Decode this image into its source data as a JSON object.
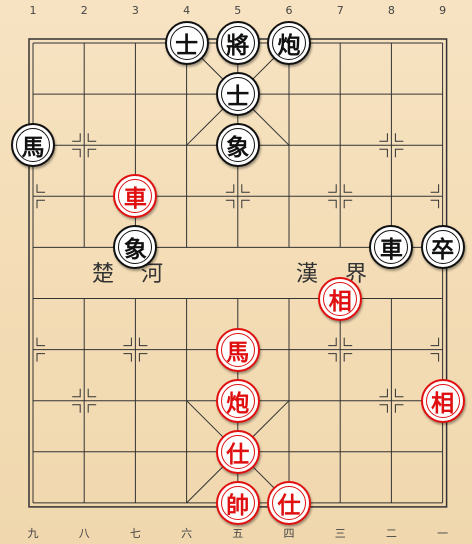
{
  "board": {
    "top_numbers": [
      "1",
      "2",
      "3",
      "4",
      "5",
      "6",
      "7",
      "8",
      "9"
    ],
    "bottom_numbers": [
      "九",
      "八",
      "七",
      "六",
      "五",
      "四",
      "三",
      "二",
      "一"
    ],
    "river_left": "楚 河",
    "river_right": "漢 界",
    "colors": {
      "red": "#e01010",
      "black": "#111111",
      "line": "#333333"
    }
  },
  "pieces": [
    {
      "name": "black-advisor-left",
      "char": "士",
      "side": "black",
      "col": 3,
      "row": 0
    },
    {
      "name": "black-general",
      "char": "將",
      "side": "black",
      "col": 4,
      "row": 0
    },
    {
      "name": "black-cannon",
      "char": "炮",
      "side": "black",
      "col": 5,
      "row": 0
    },
    {
      "name": "black-advisor-center",
      "char": "士",
      "side": "black",
      "col": 4,
      "row": 1
    },
    {
      "name": "black-horse",
      "char": "馬",
      "side": "black",
      "col": 0,
      "row": 2
    },
    {
      "name": "black-elephant-top",
      "char": "象",
      "side": "black",
      "col": 4,
      "row": 2
    },
    {
      "name": "red-chariot",
      "char": "車",
      "side": "red",
      "col": 2,
      "row": 3
    },
    {
      "name": "black-elephant-river",
      "char": "象",
      "side": "black",
      "col": 2,
      "row": 4
    },
    {
      "name": "black-chariot",
      "char": "車",
      "side": "black",
      "col": 7,
      "row": 4
    },
    {
      "name": "black-soldier",
      "char": "卒",
      "side": "black",
      "col": 8,
      "row": 4
    },
    {
      "name": "red-elephant-river",
      "char": "相",
      "side": "red",
      "col": 6,
      "row": 5
    },
    {
      "name": "red-horse",
      "char": "馬",
      "side": "red",
      "col": 4,
      "row": 6
    },
    {
      "name": "red-cannon",
      "char": "炮",
      "side": "red",
      "col": 4,
      "row": 7
    },
    {
      "name": "red-elephant-side",
      "char": "相",
      "side": "red",
      "col": 8,
      "row": 7
    },
    {
      "name": "red-advisor-center",
      "char": "仕",
      "side": "red",
      "col": 4,
      "row": 8
    },
    {
      "name": "red-general",
      "char": "帥",
      "side": "red",
      "col": 4,
      "row": 9
    },
    {
      "name": "red-advisor-right",
      "char": "仕",
      "side": "red",
      "col": 5,
      "row": 9
    }
  ]
}
